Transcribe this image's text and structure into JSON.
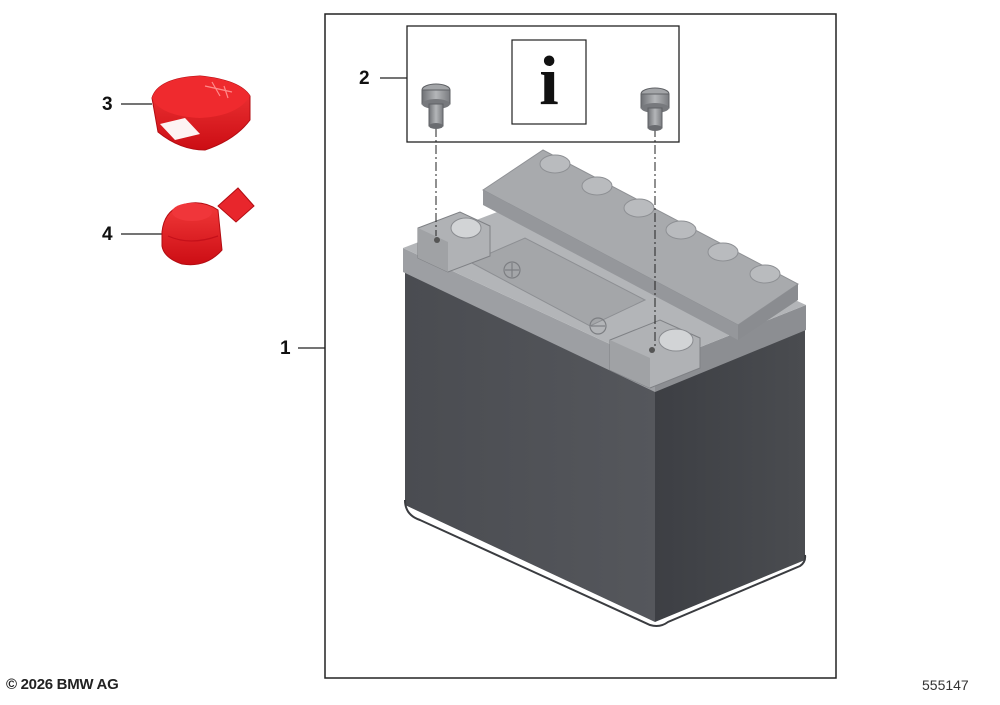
{
  "diagram": {
    "callouts": [
      {
        "number": "1",
        "part": "battery"
      },
      {
        "number": "2",
        "part": "bolt-set"
      },
      {
        "number": "3",
        "part": "terminal-cover-cap"
      },
      {
        "number": "4",
        "part": "terminal-cover-boot"
      }
    ],
    "info_symbol": "i",
    "copyright": "© 2026 BMW AG",
    "diagram_id": "555147"
  },
  "colors": {
    "battery_body": "#4d4f54",
    "battery_top": "#a9abae",
    "cover_red": "#e8141c",
    "bolt_gray": "#8a8c90",
    "line": "#222222"
  },
  "icons": {
    "info": "info-icon",
    "bolt": "bolt-icon"
  }
}
